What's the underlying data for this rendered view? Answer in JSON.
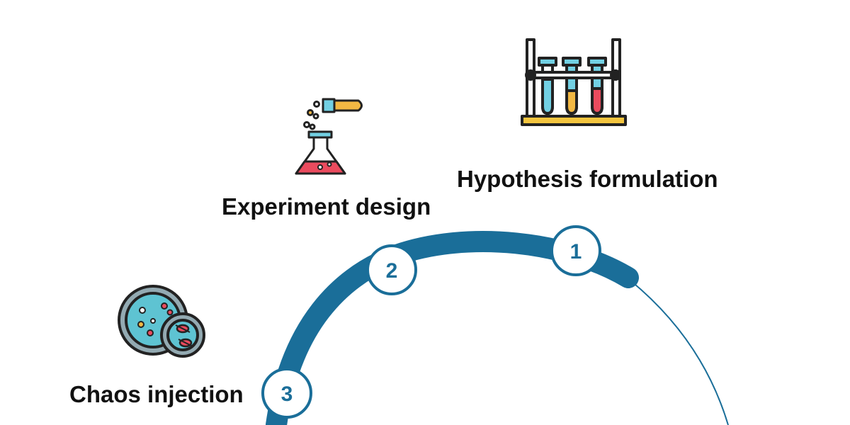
{
  "colors": {
    "arc": "#1a6e99",
    "outline": "#222222",
    "liquid_blue": "#72d0e3",
    "liquid_orange": "#f2b843",
    "liquid_red": "#ea4b5e",
    "dish": "#93aab2",
    "dish_inner": "#5ec3d2",
    "rack_base": "#f4c53e"
  },
  "steps": [
    {
      "number": "1",
      "label": "Hypothesis formulation",
      "icon": "test-tube-rack-icon"
    },
    {
      "number": "2",
      "label": "Experiment design",
      "icon": "flask-pouring-icon"
    },
    {
      "number": "3",
      "label": "Chaos injection",
      "icon": "petri-dish-icon"
    }
  ]
}
